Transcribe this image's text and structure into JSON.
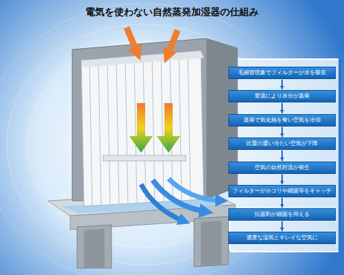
{
  "diagram": {
    "title": "電気を使わない自然蒸発加湿器の仕組み",
    "nodes": [
      {
        "text": [
          "毛細管現象でフィルターが水を吸収"
        ]
      },
      {
        "text": [
          "室温により水分が蒸発"
        ]
      },
      {
        "text": [
          "蒸発で気化熱を奪い空気を冷却"
        ]
      },
      {
        "text": [
          "比重の重い冷たい空気が下降"
        ]
      },
      {
        "text": [
          "空気の自然対流が発生"
        ]
      },
      {
        "text": [
          "フィルターがホコリや細菌等をキャッチ"
        ]
      },
      {
        "text": [
          "抗菌剤が細菌を抑える"
        ]
      },
      {
        "text": [
          "適度な湿気とキレイな空気に"
        ]
      }
    ],
    "edges": [
      {
        "from": 0,
        "to": 1,
        "arrow": "to"
      },
      {
        "from": 1,
        "to": 2,
        "arrow": "to"
      },
      {
        "from": 2,
        "to": 3,
        "arrow": "to"
      },
      {
        "from": 3,
        "to": 4,
        "arrow": "to"
      },
      {
        "from": 4,
        "to": 5,
        "arrow": "to"
      },
      {
        "from": 5,
        "to": 6,
        "arrow": "to"
      },
      {
        "from": 6,
        "to": 7,
        "arrow": "to"
      }
    ]
  }
}
